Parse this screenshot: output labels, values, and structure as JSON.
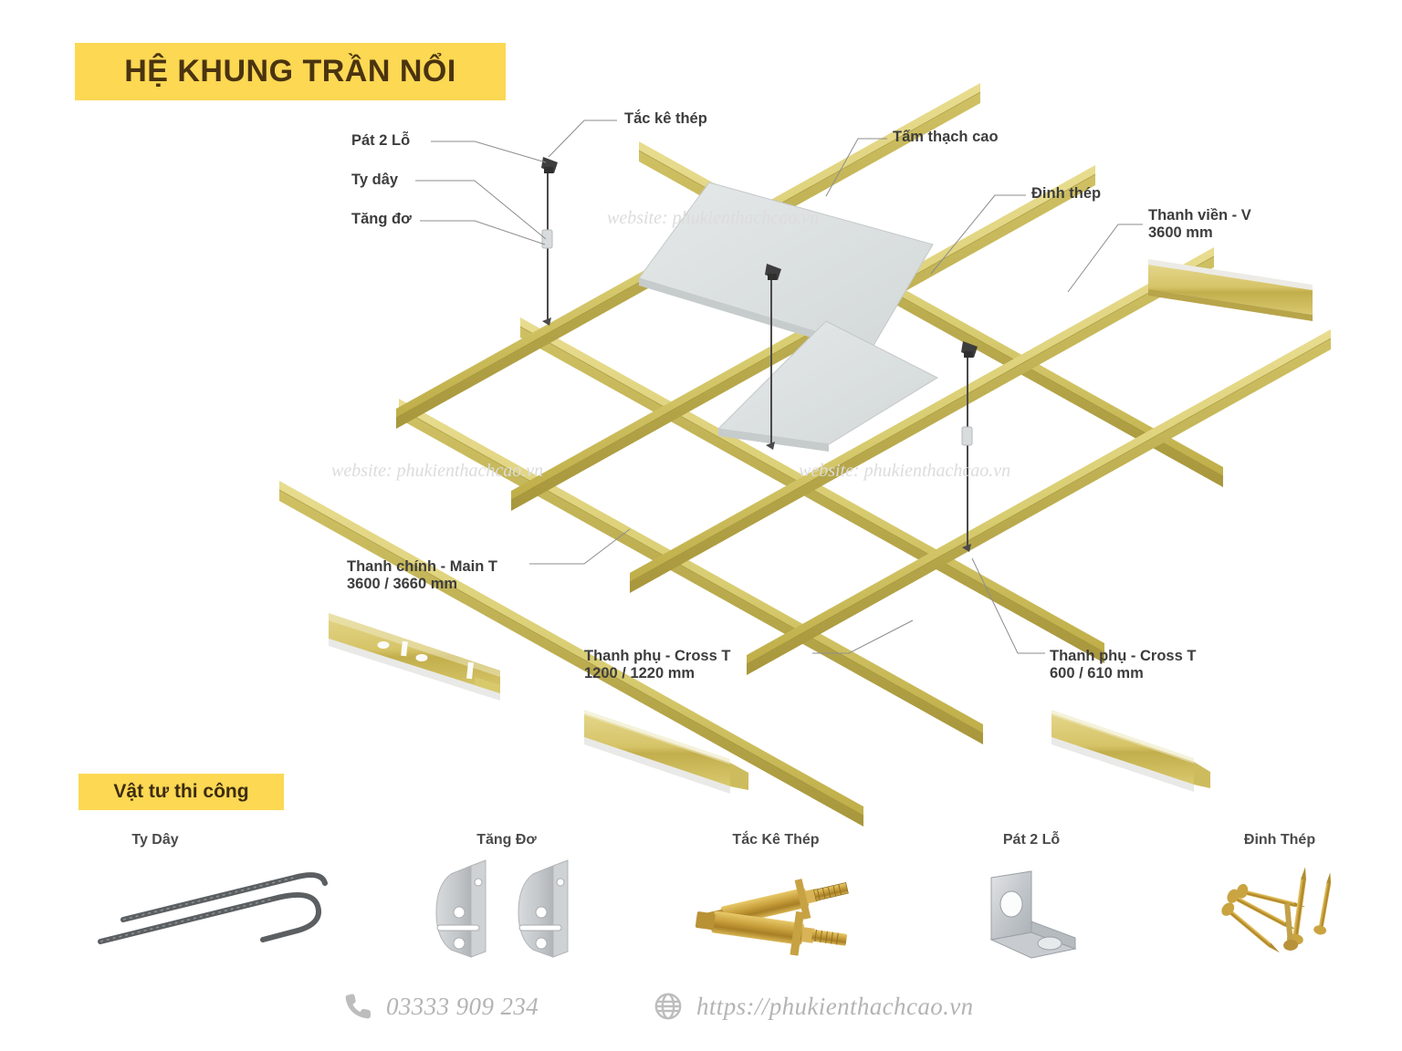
{
  "header": {
    "title": "HỆ KHUNG TRẦN NỔI",
    "banner_color": "#fcd853",
    "title_color": "#4a3310"
  },
  "diagram": {
    "callouts": [
      {
        "key": "pat_2_lo",
        "label": "Pát 2 Lỗ"
      },
      {
        "key": "ty_day",
        "label": "Ty dây"
      },
      {
        "key": "tang_do",
        "label": "Tăng đơ"
      },
      {
        "key": "tac_ke_thep",
        "label": "Tắc kê thép"
      },
      {
        "key": "tam_thach_cao",
        "label": "Tấm thạch cao"
      },
      {
        "key": "dinh_thep",
        "label": "Đinh thép"
      }
    ],
    "part_callouts": [
      {
        "key": "thanh_vien",
        "line1": "Thanh viền - V",
        "line2": "3600 mm"
      },
      {
        "key": "thanh_chinh",
        "line1": "Thanh chính - Main T",
        "line2": "3600 / 3660 mm"
      },
      {
        "key": "cross_t_1200",
        "line1": "Thanh phụ - Cross T",
        "line2": "1200 / 1220 mm"
      },
      {
        "key": "cross_t_600",
        "line1": "Thanh phụ - Cross T",
        "line2": "600 / 610 mm"
      }
    ],
    "watermark_text": "website: phukienthachcao.vn",
    "watermark_color": "#dcdcdc",
    "grid_color": "#d4c868",
    "panel_color": "#dfe3e3"
  },
  "materials": {
    "section_title": "Vật tư thi công",
    "items": [
      {
        "key": "ty_day",
        "label": "Ty Dây",
        "icon": "threaded-rod-hook-icon"
      },
      {
        "key": "tang_do",
        "label": "Tăng Đơ",
        "icon": "turnbuckle-plates-icon"
      },
      {
        "key": "tac_ke_thep",
        "label": "Tắc Kê Thép",
        "icon": "expansion-anchor-bolt-icon"
      },
      {
        "key": "pat_2_lo",
        "label": "Pát 2 Lỗ",
        "icon": "angle-bracket-icon"
      },
      {
        "key": "dinh_thep",
        "label": "Đinh Thép",
        "icon": "steel-nails-icon"
      }
    ]
  },
  "footer": {
    "phone_icon": "phone-icon",
    "phone": "03333 909 234",
    "globe_icon": "globe-icon",
    "website": "https://phukienthachcao.vn",
    "text_color": "#b4b4b4"
  }
}
